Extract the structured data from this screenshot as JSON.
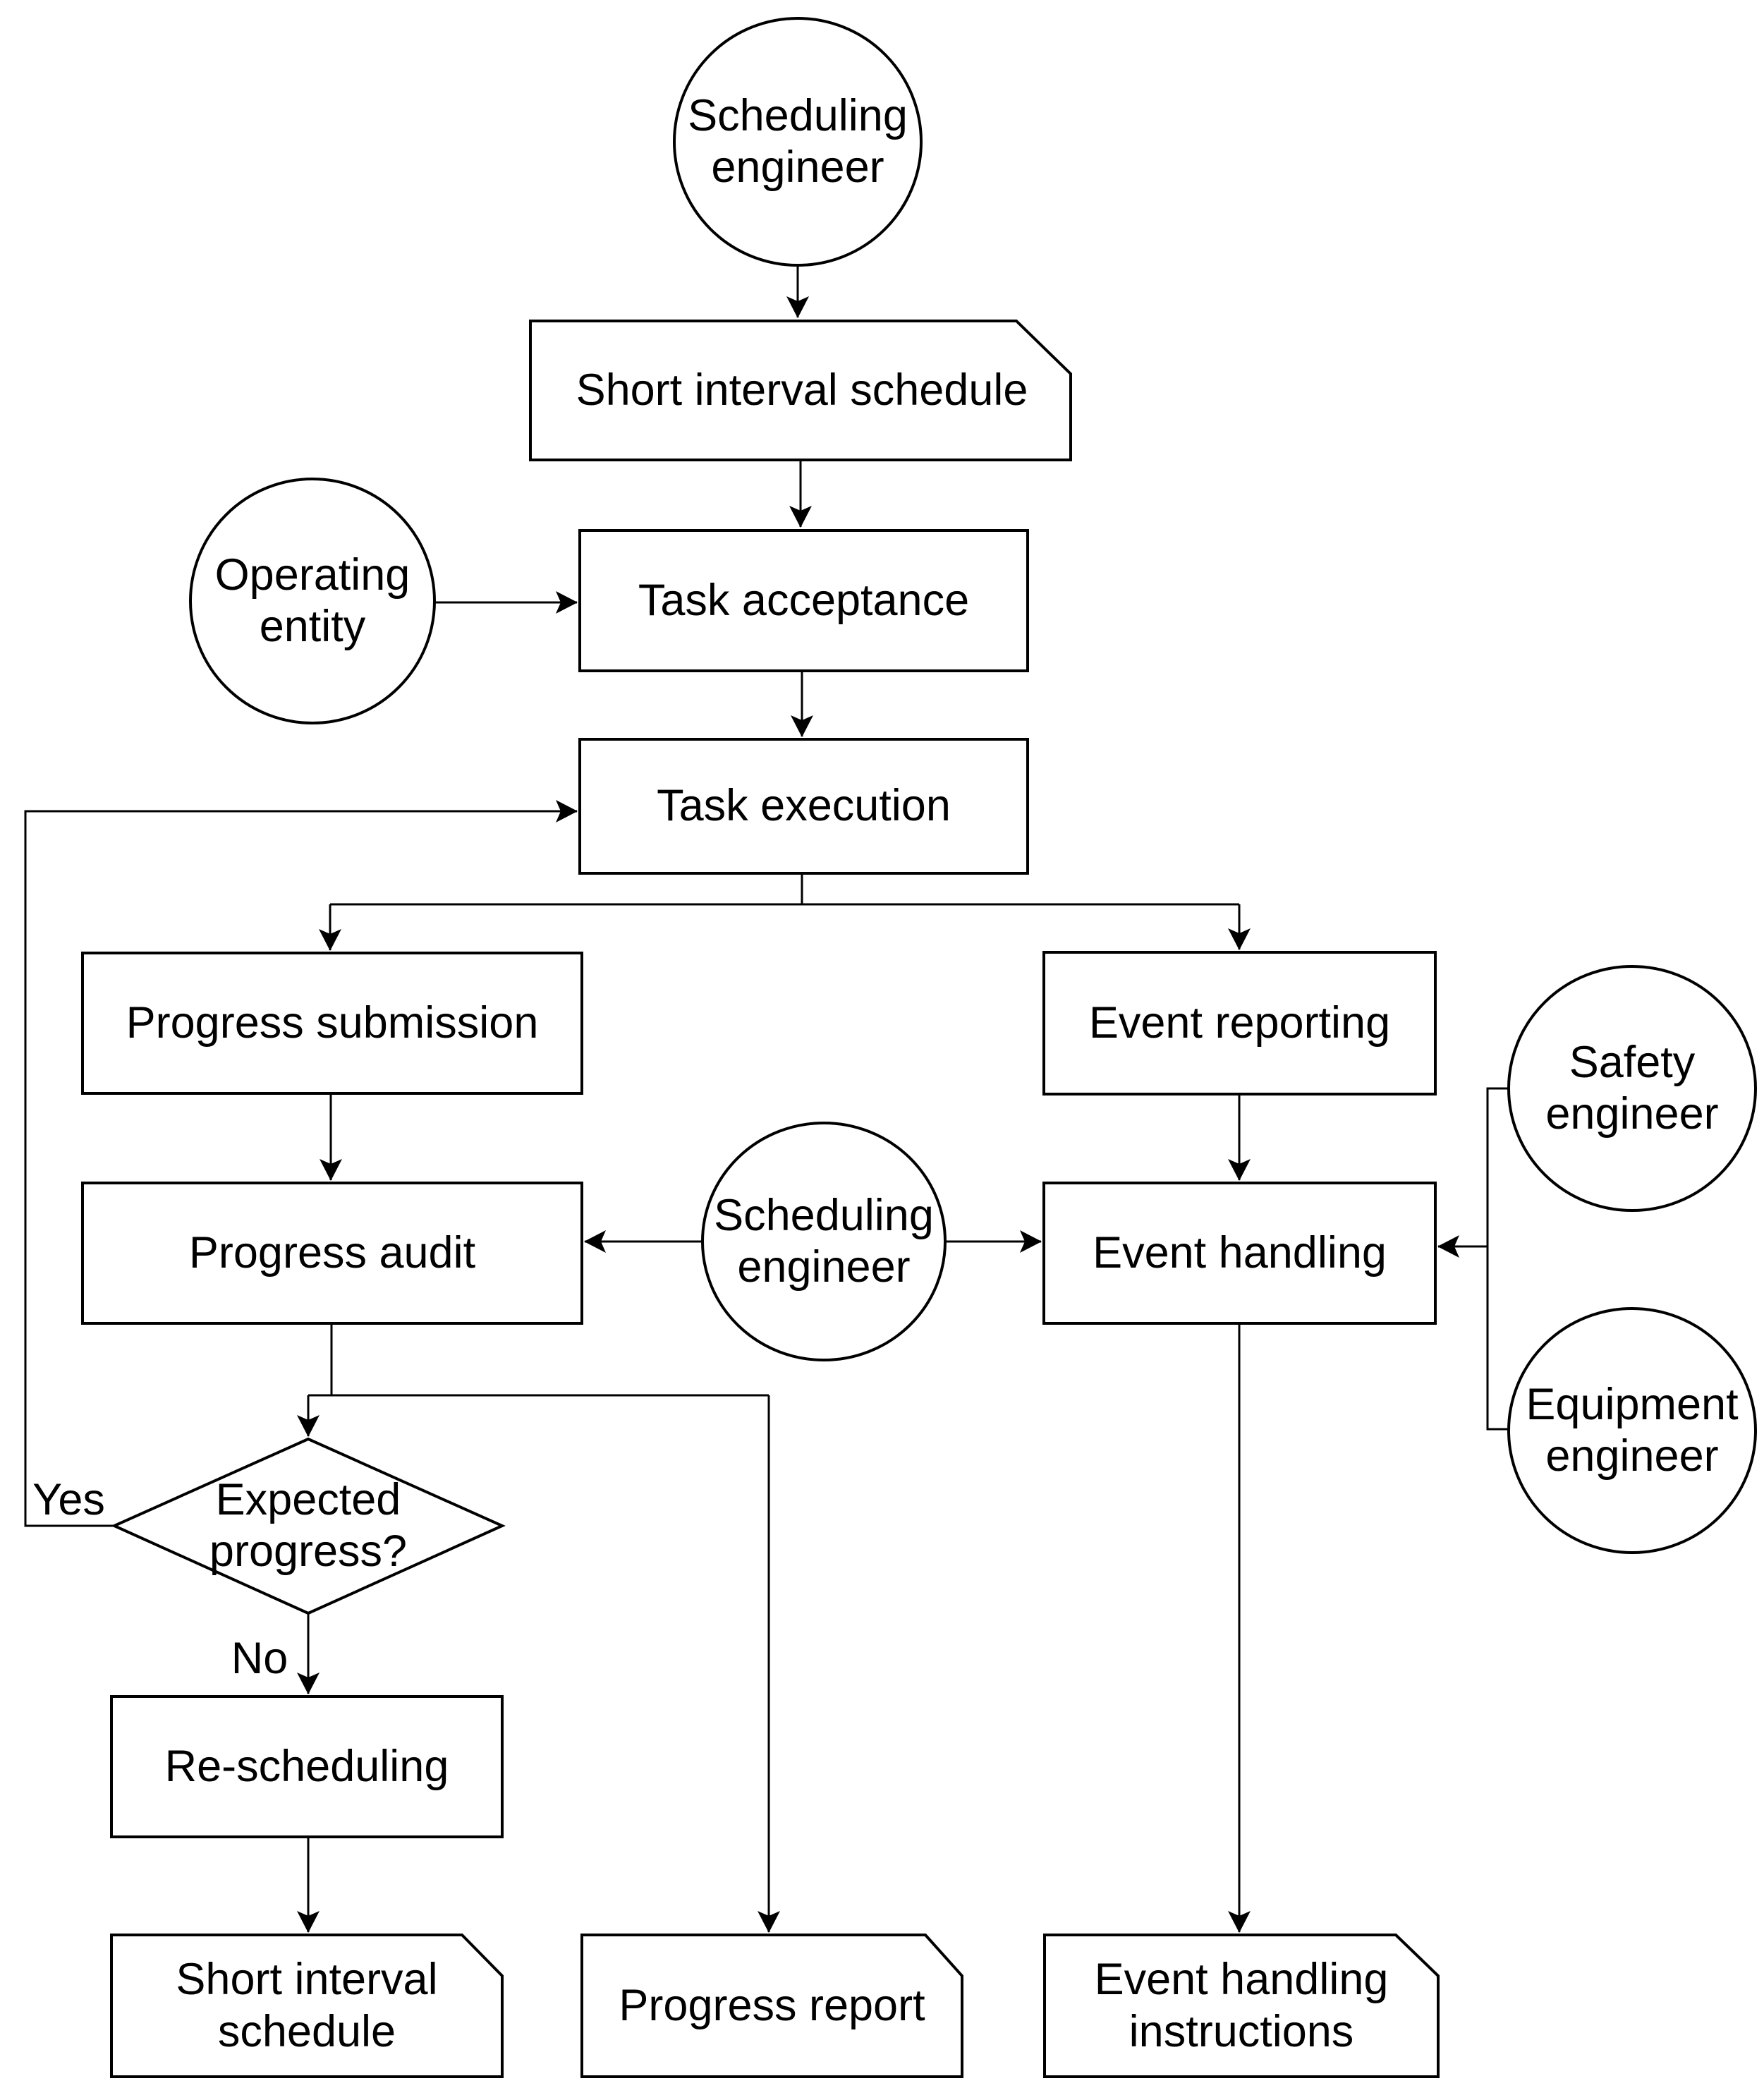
{
  "diagram": {
    "type": "flowchart",
    "colors": {
      "stroke": "#000000",
      "fill": "#ffffff",
      "text": "#000000"
    },
    "nodes": {
      "scheduling_engineer_top": "Scheduling\nengineer",
      "short_interval_schedule_top": "Short interval schedule",
      "task_acceptance": "Task acceptance",
      "operating_entity": "Operating\nentity",
      "task_execution": "Task execution",
      "progress_submission": "Progress submission",
      "event_reporting": "Event reporting",
      "progress_audit": "Progress audit",
      "scheduling_engineer_mid": "Scheduling\nengineer",
      "event_handling": "Event handling",
      "safety_engineer": "Safety\nengineer",
      "equipment_engineer": "Equipment\nengineer",
      "expected_progress": "Expected\nprogress?",
      "re_scheduling": "Re-scheduling",
      "short_interval_schedule_bottom": "Short interval\nschedule",
      "progress_report": "Progress report",
      "event_handling_instructions": "Event handling\ninstructions"
    },
    "edge_labels": {
      "yes": "Yes",
      "no": "No"
    },
    "edges": [
      {
        "from": "Scheduling engineer",
        "to": "Short interval schedule"
      },
      {
        "from": "Short interval schedule",
        "to": "Task acceptance"
      },
      {
        "from": "Operating entity",
        "to": "Task acceptance"
      },
      {
        "from": "Task acceptance",
        "to": "Task execution"
      },
      {
        "from": "Task execution",
        "to": "Progress submission"
      },
      {
        "from": "Task execution",
        "to": "Event reporting"
      },
      {
        "from": "Progress submission",
        "to": "Progress audit"
      },
      {
        "from": "Scheduling engineer",
        "to": "Progress audit"
      },
      {
        "from": "Scheduling engineer",
        "to": "Event handling"
      },
      {
        "from": "Event reporting",
        "to": "Event handling"
      },
      {
        "from": "Safety engineer",
        "to": "Event handling"
      },
      {
        "from": "Equipment engineer",
        "to": "Event handling"
      },
      {
        "from": "Progress audit",
        "to": "Expected progress?"
      },
      {
        "from": "Progress audit",
        "to": "Progress report"
      },
      {
        "from": "Expected progress?",
        "to": "Task execution",
        "label": "Yes"
      },
      {
        "from": "Expected progress?",
        "to": "Re-scheduling",
        "label": "No"
      },
      {
        "from": "Re-scheduling",
        "to": "Short interval schedule"
      },
      {
        "from": "Event handling",
        "to": "Event handling instructions"
      }
    ]
  }
}
